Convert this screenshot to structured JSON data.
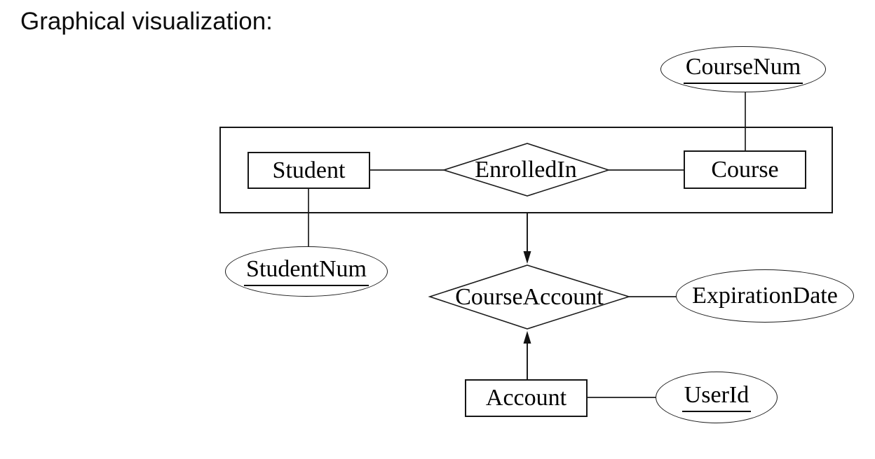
{
  "title": "Graphical visualization:",
  "colors": {
    "ink": "#161616",
    "text": "#000000",
    "background": "#ffffff"
  },
  "diagram": {
    "type": "entity-relationship",
    "entities": {
      "student": {
        "label": "Student"
      },
      "course": {
        "label": "Course"
      },
      "account": {
        "label": "Account"
      }
    },
    "relationships": {
      "enrolledin": {
        "label": "EnrolledIn"
      },
      "courseaccount": {
        "label": "CourseAccount"
      }
    },
    "attributes": {
      "coursenum": {
        "label": "CourseNum",
        "is_key": true,
        "attached_to": "course"
      },
      "studentnum": {
        "label": "StudentNum",
        "is_key": true,
        "attached_to": "student"
      },
      "expirationdate": {
        "label": "ExpirationDate",
        "is_key": false,
        "attached_to": "courseaccount"
      },
      "userid": {
        "label": "UserId",
        "is_key": true,
        "attached_to": "account"
      }
    },
    "aggregation": {
      "contains": [
        "student",
        "enrolledin",
        "course"
      ]
    },
    "connections": [
      {
        "from": "student",
        "to": "enrolledin",
        "arrow": false
      },
      {
        "from": "enrolledin",
        "to": "course",
        "arrow": false
      },
      {
        "from": "coursenum",
        "to": "course",
        "arrow": false
      },
      {
        "from": "student",
        "to": "studentnum",
        "arrow": false
      },
      {
        "from": "aggregation",
        "to": "courseaccount",
        "arrow": true
      },
      {
        "from": "courseaccount",
        "to": "expirationdate",
        "arrow": false
      },
      {
        "from": "account",
        "to": "courseaccount",
        "arrow": true
      },
      {
        "from": "account",
        "to": "userid",
        "arrow": false
      }
    ]
  }
}
